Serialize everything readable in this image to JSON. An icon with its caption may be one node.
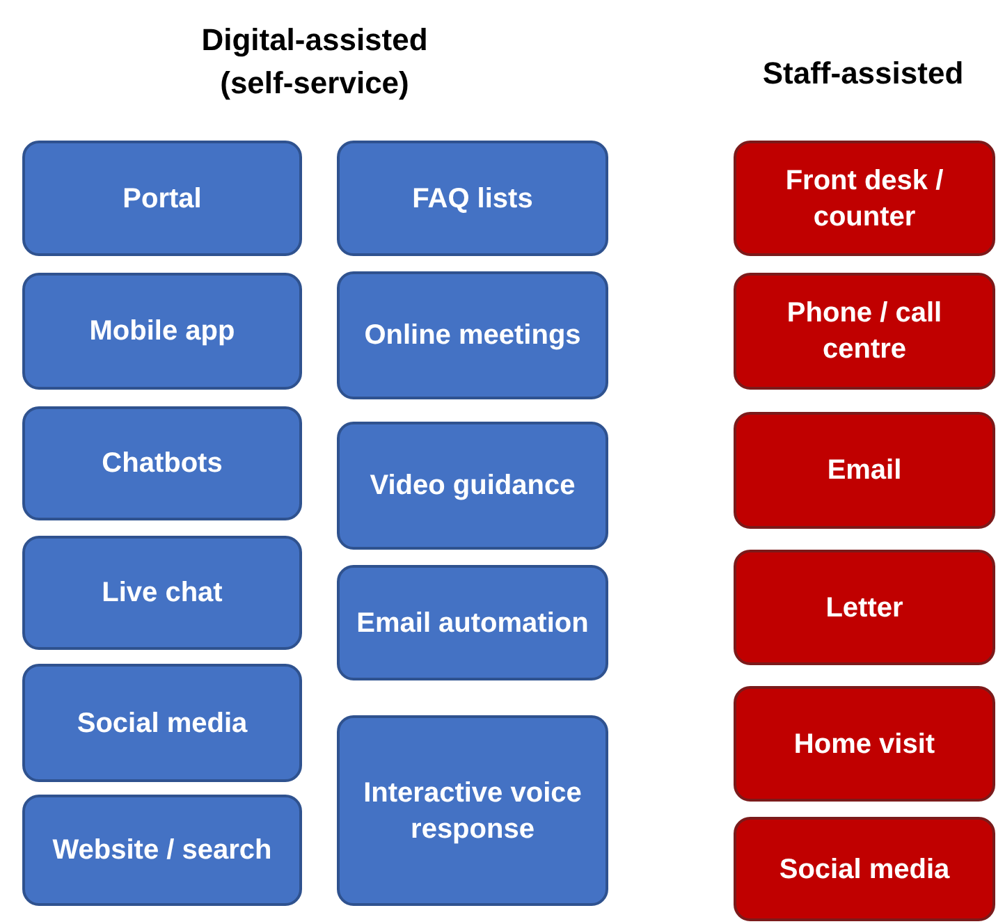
{
  "diagram": {
    "nodes": [
      {
        "text": [
          "Portal"
        ]
      },
      {
        "text": [
          "Mobile app"
        ]
      },
      {
        "text": [
          "Chatbots"
        ]
      },
      {
        "text": [
          "Live chat"
        ]
      },
      {
        "text": [
          "Social media"
        ]
      },
      {
        "text": [
          "Website / search"
        ]
      },
      {
        "text": [
          "FAQ lists"
        ]
      },
      {
        "text": [
          "Online meetings"
        ]
      },
      {
        "text": [
          "Video guidance"
        ]
      },
      {
        "text": [
          "Email automation"
        ]
      },
      {
        "text": [
          "Interactive voice response"
        ]
      },
      {
        "text": [
          "Front desk / counter"
        ]
      },
      {
        "text": [
          "Phone / call centre"
        ]
      },
      {
        "text": [
          "Email"
        ]
      },
      {
        "text": [
          "Letter"
        ]
      },
      {
        "text": [
          "Home visit"
        ]
      },
      {
        "text": [
          "Social media"
        ]
      }
    ],
    "labels": [
      "Digital-assisted (self-service)",
      "Staff-assisted"
    ]
  }
}
